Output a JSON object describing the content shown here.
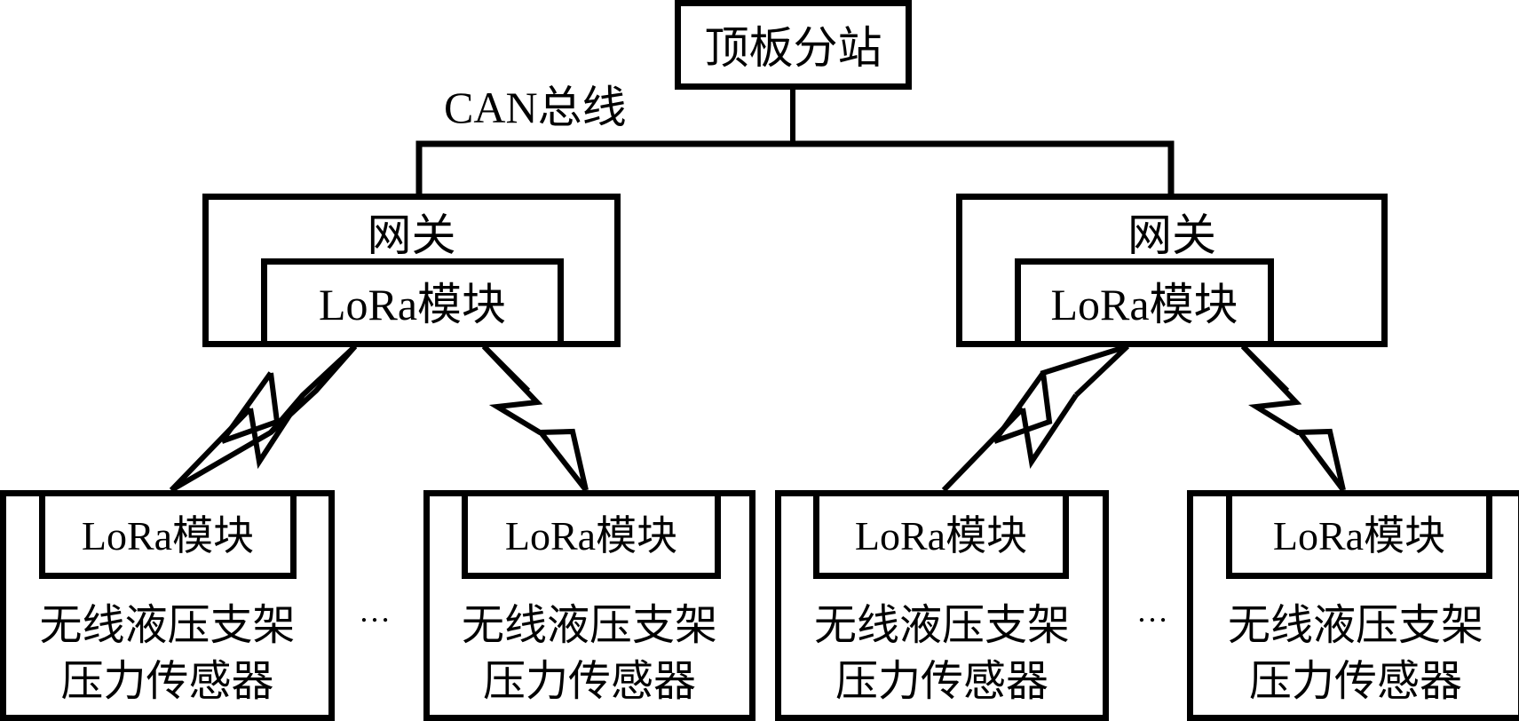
{
  "top_station": {
    "label": "顶板分站"
  },
  "bus": {
    "label": "CAN总线"
  },
  "gateways": [
    {
      "label": "网关",
      "module_label": "LoRa模块"
    },
    {
      "label": "网关",
      "module_label": "LoRa模块"
    }
  ],
  "sensors": [
    {
      "module_label": "LoRa模块",
      "line1": "无线液压支架",
      "line2": "压力传感器"
    },
    {
      "module_label": "LoRa模块",
      "line1": "无线液压支架",
      "line2": "压力传感器"
    },
    {
      "module_label": "LoRa模块",
      "line1": "无线液压支架",
      "line2": "压力传感器"
    },
    {
      "module_label": "LoRa模块",
      "line1": "无线液压支架",
      "line2": "压力传感器"
    }
  ],
  "ellipsis": [
    "…",
    "…"
  ],
  "colors": {
    "stroke": "#000000",
    "background": "#ffffff"
  }
}
